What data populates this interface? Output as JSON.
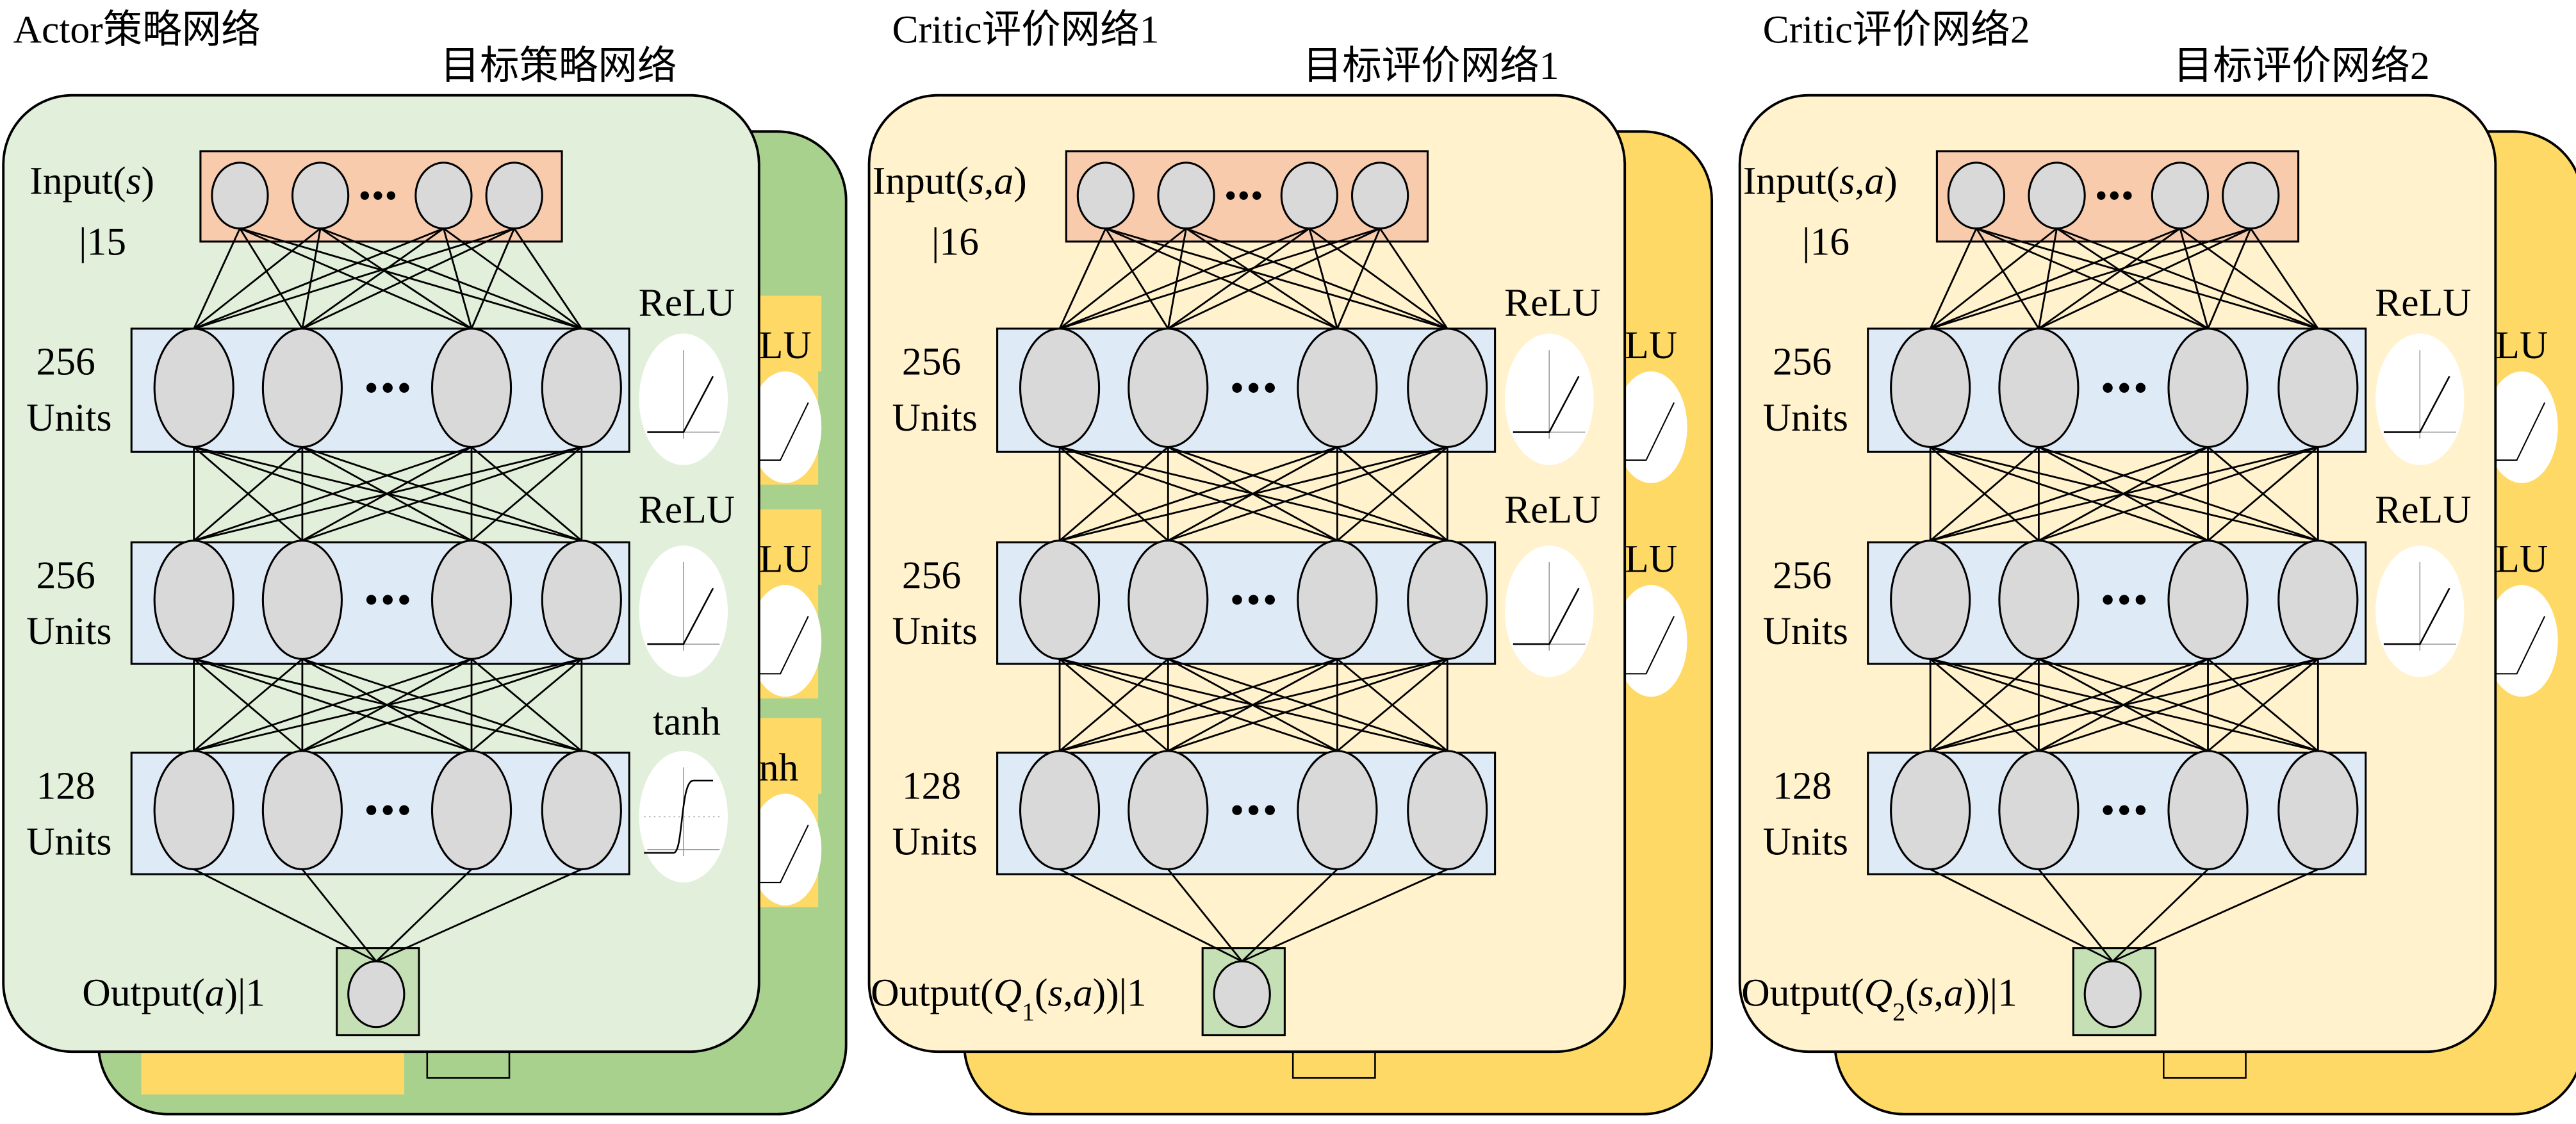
{
  "panels": [
    {
      "id": "actor",
      "title": "Actor策略网络",
      "target_title": "目标策略网络",
      "front_color": "#e2efda",
      "back_color": "#a9d18e",
      "input_label": [
        {
          "t": "Input("
        },
        {
          "t": "s",
          "i": true
        },
        {
          "t": ")"
        }
      ],
      "input_size": "|15",
      "layers": [
        {
          "count": "256",
          "unit": "Units",
          "activation": "ReLU",
          "activation_icon": "relu-curve-icon"
        },
        {
          "count": "256",
          "unit": "Units",
          "activation": "ReLU",
          "activation_icon": "relu-curve-icon"
        },
        {
          "count": "128",
          "unit": "Units",
          "activation": "tanh",
          "activation_icon": "tanh-curve-icon"
        }
      ],
      "back_labels": [
        "LU",
        "LU",
        "nh"
      ],
      "output_label": [
        {
          "t": "Output("
        },
        {
          "t": "a",
          "i": true
        },
        {
          "t": ")|1"
        }
      ]
    },
    {
      "id": "critic1",
      "title": "Critic评价网络1",
      "target_title": "目标评价网络1",
      "front_color": "#fff2cc",
      "back_color": "#ffd966",
      "input_label": [
        {
          "t": "Input("
        },
        {
          "t": "s",
          "i": true
        },
        {
          "t": ","
        },
        {
          "t": "a",
          "i": true
        },
        {
          "t": ")"
        }
      ],
      "input_size": "|16",
      "layers": [
        {
          "count": "256",
          "unit": "Units",
          "activation": "ReLU",
          "activation_icon": "relu-curve-icon"
        },
        {
          "count": "256",
          "unit": "Units",
          "activation": "ReLU",
          "activation_icon": "relu-curve-icon"
        },
        {
          "count": "128",
          "unit": "Units",
          "activation": "",
          "activation_icon": ""
        }
      ],
      "back_labels": [
        "LU",
        "LU",
        ""
      ],
      "output_label": [
        {
          "t": "Output("
        },
        {
          "t": "Q",
          "i": true
        },
        {
          "t": "1",
          "sub": true
        },
        {
          "t": "("
        },
        {
          "t": "s",
          "i": true
        },
        {
          "t": ","
        },
        {
          "t": "a",
          "i": true
        },
        {
          "t": "))|1"
        }
      ]
    },
    {
      "id": "critic2",
      "title": "Critic评价网络2",
      "target_title": "目标评价网络2",
      "front_color": "#fff2cc",
      "back_color": "#ffd966",
      "input_label": [
        {
          "t": "Input("
        },
        {
          "t": "s",
          "i": true
        },
        {
          "t": ","
        },
        {
          "t": "a",
          "i": true
        },
        {
          "t": ")"
        }
      ],
      "input_size": "|16",
      "layers": [
        {
          "count": "256",
          "unit": "Units",
          "activation": "ReLU",
          "activation_icon": "relu-curve-icon"
        },
        {
          "count": "256",
          "unit": "Units",
          "activation": "ReLU",
          "activation_icon": "relu-curve-icon"
        },
        {
          "count": "128",
          "unit": "Units",
          "activation": "",
          "activation_icon": ""
        }
      ],
      "back_labels": [
        "LU",
        "LU",
        ""
      ],
      "output_label": [
        {
          "t": "Output("
        },
        {
          "t": "Q",
          "i": true
        },
        {
          "t": "2",
          "sub": true
        },
        {
          "t": "("
        },
        {
          "t": "s",
          "i": true
        },
        {
          "t": ","
        },
        {
          "t": "a",
          "i": true
        },
        {
          "t": "))|1"
        }
      ]
    }
  ],
  "colors": {
    "input_layer": "#f8cbad",
    "hidden_layer": "#deebf7",
    "output_layer": "#c5e0b4",
    "neuron": "#d9d9d9",
    "label_highlight": "#ffd966"
  }
}
